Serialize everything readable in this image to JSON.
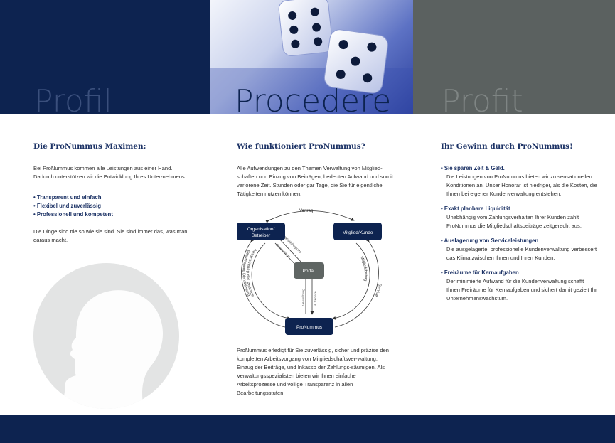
{
  "header": {
    "profil": "Profil",
    "procedere": "Procedere",
    "profit": "Profit"
  },
  "profil": {
    "heading": "Die ProNummus Maximen:",
    "intro": "Bei ProNummus kommen alle Leistungen aus einer Hand. Dadurch unterstützen wir die Entwicklung Ihres Unter-nehmens.",
    "bullets": [
      "Transparent und einfach",
      "Flexibel und zuverlässig",
      "Professionell und kompetent"
    ],
    "closing": "Die Dinge sind nie so wie sie sind. Sie sind immer das, was man daraus macht."
  },
  "procedere": {
    "heading": "Wie funktioniert ProNummus?",
    "intro": "Alle Aufwendungen zu den Themen Verwaltung von Mitglied-schaften und Einzug von Beiträgen, bedeuten Aufwand und somit verlorene Zeit. Stunden oder gar Tage, die Sie für eigentliche Tätigkeiten nutzen können.",
    "diagram": {
      "node_organisation": "Organisation/",
      "node_organisation_2": "Betreiber",
      "node_mitglied": "Mitglied/Kunde",
      "node_portal": "Portal",
      "node_pronummus": "ProNummus",
      "label_vertrag": "Vertrag",
      "label_service_right": "Service",
      "label_mitgliedsbeitrag": "Mitgliedsbeitrag",
      "label_beauftragung": "Beauftragung Dienstleistung",
      "label_ausschuettung": "Ausschüttung der Beiträge",
      "label_verwaltung": "Verwaltung",
      "label_service_center": "& Service",
      "label_statistik": "Statistik/Reports",
      "label_datenpflege": "Datenpflege"
    },
    "closing": "ProNummus erledigt für Sie zuverlässig, sicher und präzise den kompletten Arbeitsvorgang von Mitgliedschaftsver-waltung, Einzug der Beiträge, und Inkasso der Zahlungs-säumigen. Als Verwaltungsspezialisten bieten wir Ihnen einfache Arbeitsprozesse und völlige Transparenz in allen Bearbeitungsstufen."
  },
  "profit": {
    "heading": "Ihr Gewinn durch ProNummus!",
    "items": [
      {
        "title": "Sie sparen Zeit & Geld.",
        "text": "Die Leistungen von ProNummus bieten wir zu sensationellen Konditionen an. Unser Honorar ist niedriger, als die Kosten, die Ihnen bei eigener Kundenverwaltung entstehen."
      },
      {
        "title": "Exakt planbare Liquidität",
        "text": "Unabhängig vom Zahlungsverhalten Ihrer Kunden zahlt ProNummus die Mitgliedschaftsbeiträge zeitgerecht aus."
      },
      {
        "title": "Auslagerung von Serviceleistungen",
        "text": "Die ausgelagerte, professionelle Kundenverwaltung verbessert das Klima zwischen Ihnen und Ihren Kunden."
      },
      {
        "title": "Freiräume für Kernaufgaben",
        "text": "Der minimierte Aufwand für die Kundenverwaltung schafft Ihnen Freiräume für Kernaufgaben und sichert damit gezielt Ihr Unternehmenswachstum."
      }
    ]
  },
  "colors": {
    "navy": "#0d2350",
    "gray_panel": "#5b6160",
    "portal_node": "#5f6563",
    "heading_blue": "#1d3366"
  }
}
